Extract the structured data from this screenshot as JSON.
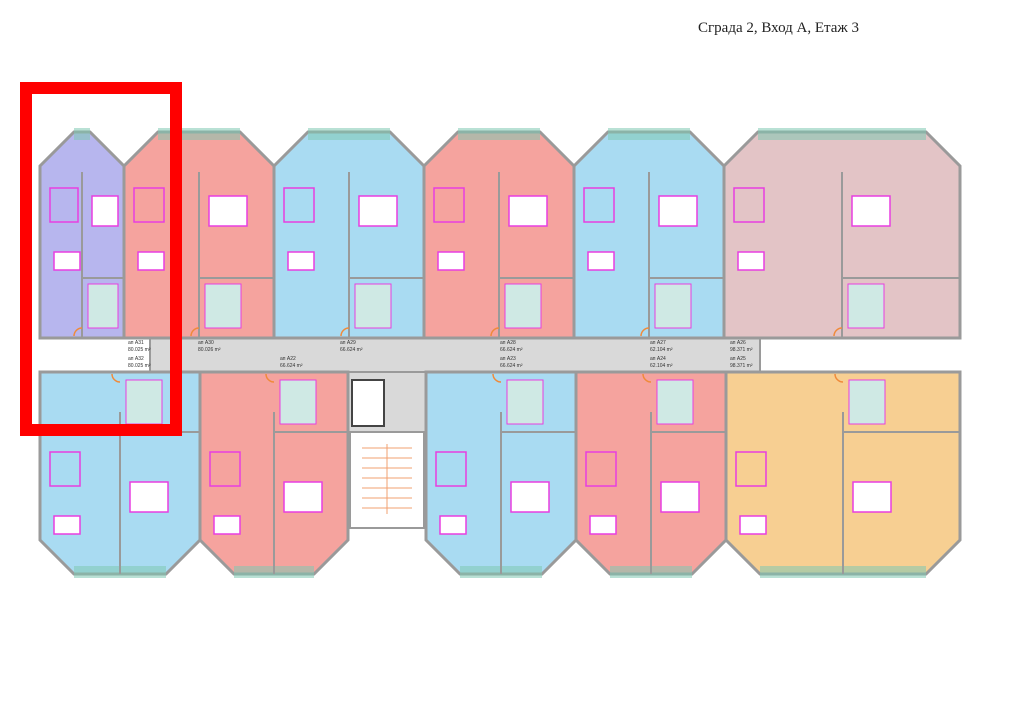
{
  "header": {
    "title": "Сграда 2, Вход А, Етаж 3"
  },
  "colors": {
    "purple": "#b7b6ee",
    "pink": "#f5a39e",
    "blue": "#a9dbf2",
    "mauve": "#e3c4c6",
    "orange": "#f7cf92",
    "corridor": "#d9d9d9",
    "wall": "#9a9a9a",
    "furniture": "#e83ee0",
    "highlight": "#ff0000",
    "balcony": "#7fc8b2"
  },
  "apartments_top": [
    {
      "code": "ап А31",
      "area": "80.025 m²",
      "color": "purple"
    },
    {
      "code": "ап А30",
      "area": "80.026 m²",
      "color": "pink"
    },
    {
      "code": "ап А29",
      "area": "66.624 m²",
      "color": "blue"
    },
    {
      "code": "ап А28",
      "area": "66.624 m²",
      "color": "pink"
    },
    {
      "code": "ап А27",
      "area": "62.104 m²",
      "color": "blue"
    },
    {
      "code": "ап А26",
      "area": "98.371 m²",
      "color": "mauve"
    }
  ],
  "apartments_bottom": [
    {
      "code": "ап А32",
      "area": "80.025 m²",
      "color": "blue"
    },
    {
      "code": "ап А22",
      "area": "66.624 m²",
      "color": "pink"
    },
    {
      "code": "ап А23",
      "area": "66.624 m²",
      "color": "blue"
    },
    {
      "code": "ап А24",
      "area": "62.104 m²",
      "color": "pink"
    },
    {
      "code": "ап А25",
      "area": "98.371 m²",
      "color": "orange"
    }
  ]
}
